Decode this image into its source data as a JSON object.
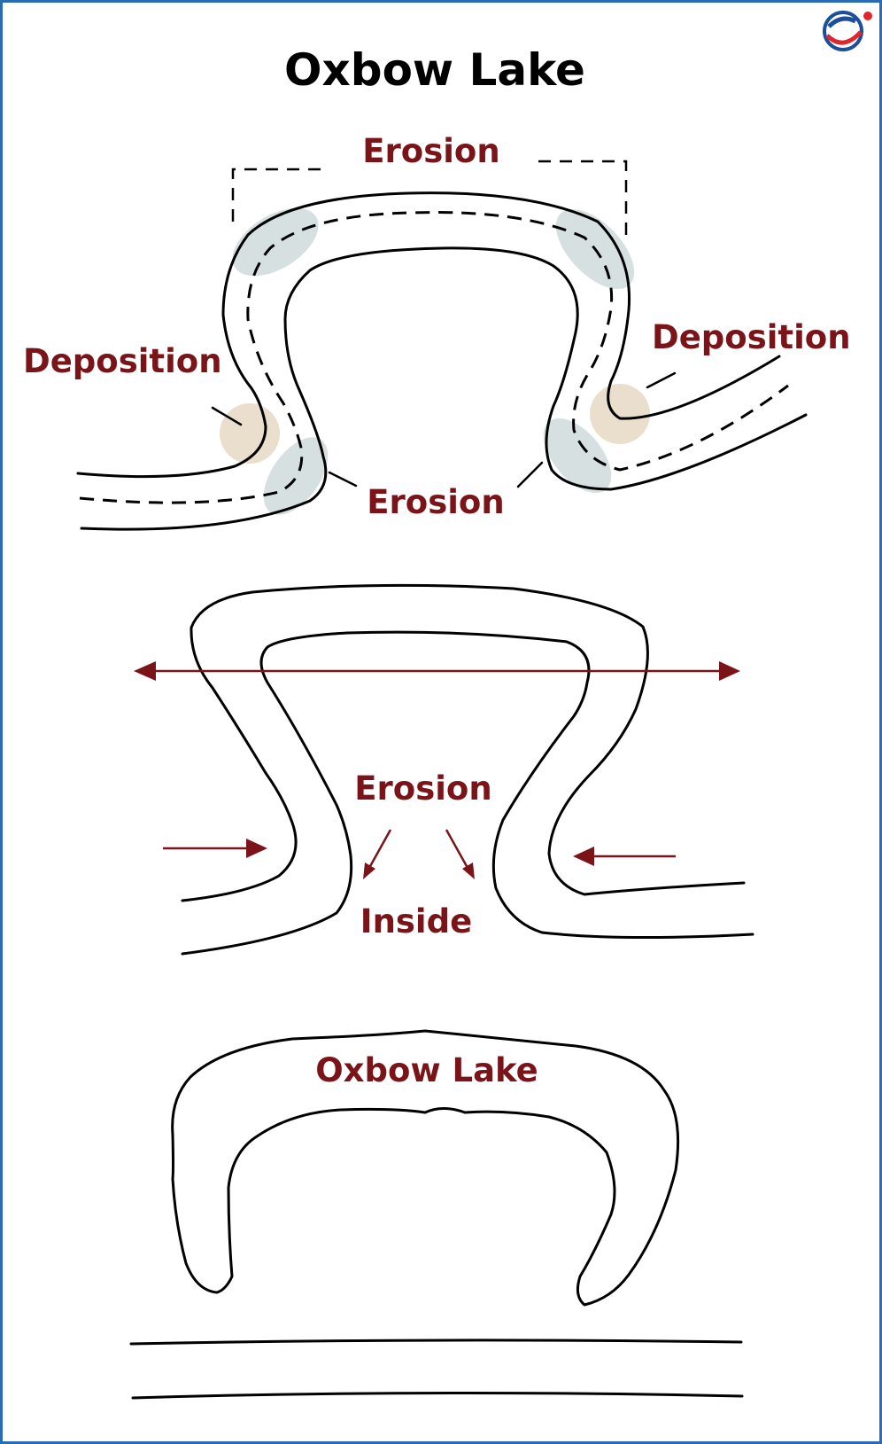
{
  "title": "Oxbow Lake",
  "stage1": {
    "top_label": "Erosion",
    "left_label": "Deposition",
    "right_label": "Deposition",
    "bottom_label": "Erosion"
  },
  "stage2": {
    "center_label": "Erosion",
    "inside_label": "Inside"
  },
  "stage3": {
    "lake_label": "Oxbow Lake"
  },
  "colors": {
    "frame": "#2a6bb5",
    "label": "#7a1419",
    "erosion_zone": "#b7c6c6",
    "deposition_zone": "#e8dcc6",
    "logo_blue": "#1b4f9c",
    "logo_red": "#e0262b"
  }
}
